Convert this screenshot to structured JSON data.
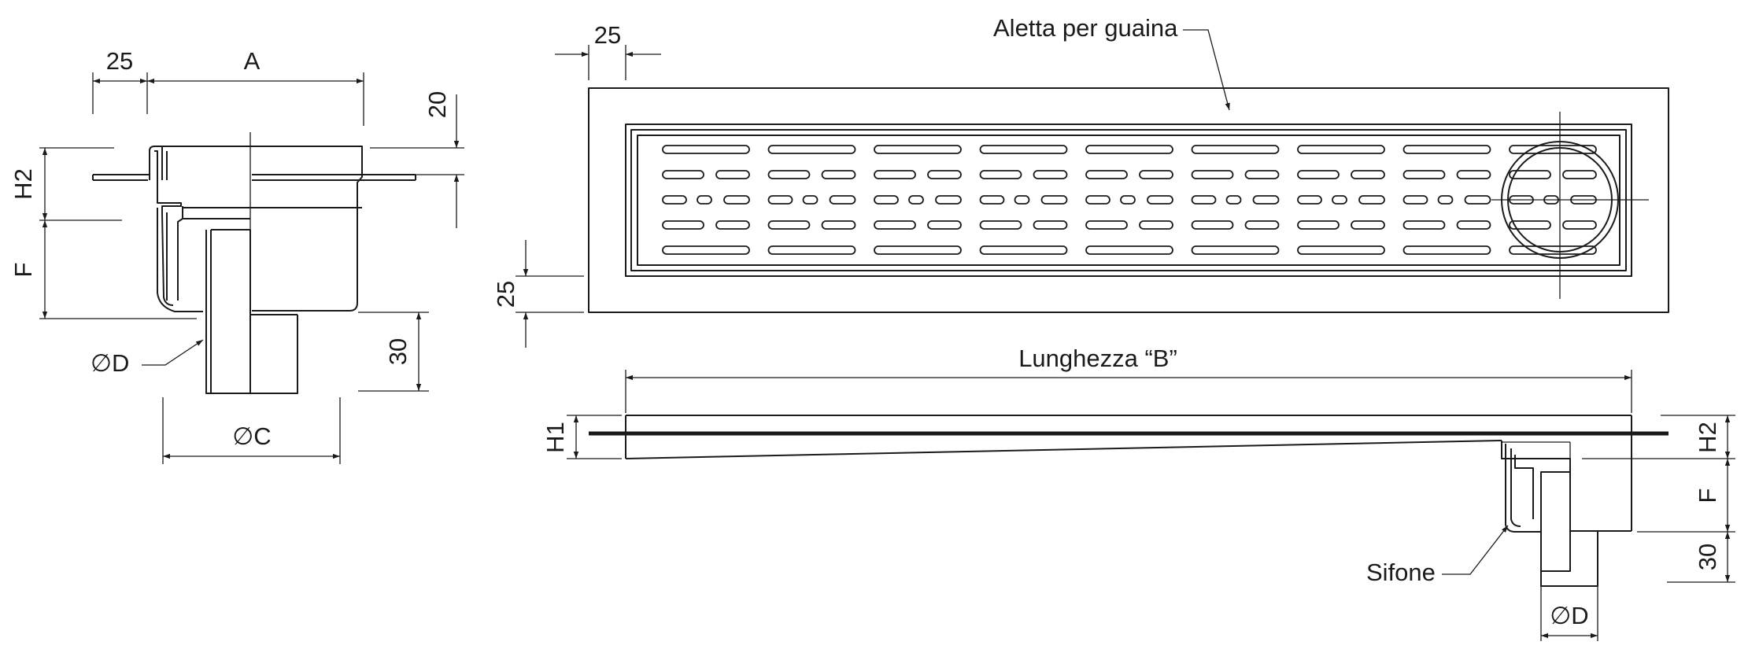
{
  "labels": {
    "left_25": "25",
    "left_A": "A",
    "left_20": "20",
    "left_H2": "H2",
    "left_F": "F",
    "left_D": "∅D",
    "left_30": "30",
    "left_C": "∅C",
    "top_25": "25",
    "aletta": "Aletta per guaina",
    "mid_25": "25",
    "lunghezza": "Lunghezza “B”",
    "H1": "H1",
    "right_H2": "H2",
    "right_F": "F",
    "right_30": "30",
    "sifone": "Sifone",
    "right_D": "∅D"
  },
  "colors": {
    "line": "#1a1a1a",
    "background": "#ffffff"
  }
}
